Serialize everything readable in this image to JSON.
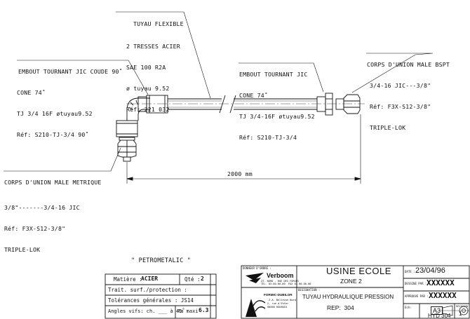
{
  "labels": {
    "hose": {
      "title": "TUYAU FLEXIBLE",
      "lines": [
        "2 TRESSES ACIER",
        "SAE 100 R2A",
        "ø tuyau 9.52",
        "Réf: 221 032"
      ]
    },
    "elbow_fitting": {
      "title": "EMBOUT TOURNANT JIC COUDE 90˚",
      "lines": [
        "CONE 74˚",
        "TJ 3/4 16F øtuyau9.52",
        "Réf: S210-TJ-3/4 90˚"
      ]
    },
    "straight_fitting": {
      "title": "EMBOUT TOURNANT JIC",
      "lines": [
        "CONE 74˚",
        "TJ 3/4-16F øtuyau9.52",
        "Réf: S210-TJ-3/4"
      ]
    },
    "male_bspt": {
      "title": "CORPS D'UNION MALE BSPT",
      "lines": [
        "3/4-16 JIC---3/8\"",
        "Réf: F3X-S12-3/8\"",
        "TRIPLE-LOK"
      ]
    },
    "male_metric": {
      "title": "CORPS D'UNION MALE METRIQUE",
      "lines": [
        "3/8\"-------3/4-16 JIC",
        "Réf: F3X-S12-3/8\"",
        "TRIPLE-LOK"
      ]
    },
    "length": "2000 mm"
  },
  "brand_note": "\" PETROMETALIC \"",
  "material_block": {
    "matiere_label": "Matière :",
    "matiere_value": "ACIER",
    "qte_label": "Qté :",
    "qte_value": "2",
    "trait_label": "Trait. surf./protection :",
    "tol_label": "Tolérances générales : JS14",
    "angles_label": "Angles vifs: ch. ___ à 45˚",
    "ra_label": "Ra maxi",
    "ra_value": "6.3"
  },
  "title_block": {
    "donneur_label": "DONNEUR D'ORDRE :",
    "company1_name": "Verboom",
    "company1_lines": [
      "ZI. NORD - RUE DES FORGES",
      "TEL. 03.00.00.00  FAX 03.00.00.00"
    ],
    "site_title": "USINE ECOLE",
    "zone": "ZONE 2",
    "date_label": "DATE :",
    "date_value": "23/04/96",
    "dessine_label": "DESSINE PAR :",
    "dessine_value": "XXXXXX",
    "approuve_label": "APPROUVE PAR :",
    "approuve_value": "XXXXXX",
    "designation_label": "DESIGNATION :",
    "designation": "TUYAU HYDRAULIQUE PRESSION",
    "rep": "REP:  304",
    "company2_name": "FORMIC-DUBILOR",
    "company2_lines": [
      "Z.A. Bellevue Nord",
      "2, rue d'Enfer",
      "00000 ROUBAIX"
    ],
    "echelle_label": "Ech:",
    "format": "A3",
    "drawing_number": "HYD 304",
    "revision_label": "REVISION",
    "revision_value": "1"
  }
}
